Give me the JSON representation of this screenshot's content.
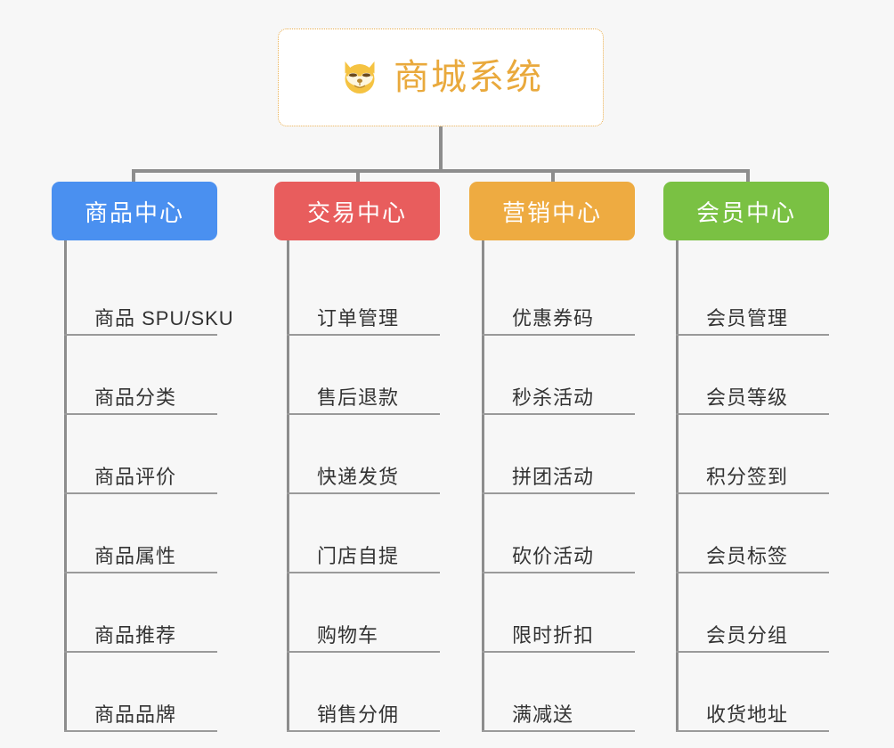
{
  "page": {
    "background_color": "#f7f7f7",
    "type": "mindmap"
  },
  "root": {
    "icon": "shiba-dog-face-emoji",
    "title": "商城系统",
    "title_color": "#e9a93c",
    "border_color": "#e9ae4e",
    "background_color": "#ffffff"
  },
  "connector_color": "#8d8d8d",
  "branches": [
    {
      "label": "商品中心",
      "color": "#4a90f0",
      "leaves": [
        "商品 SPU/SKU",
        "商品分类",
        "商品评价",
        "商品属性",
        "商品推荐",
        "商品品牌"
      ]
    },
    {
      "label": "交易中心",
      "color": "#e85d5d",
      "leaves": [
        "订单管理",
        "售后退款",
        "快递发货",
        "门店自提",
        "购物车",
        "销售分佣"
      ]
    },
    {
      "label": "营销中心",
      "color": "#eeab41",
      "leaves": [
        "优惠券码",
        "秒杀活动",
        "拼团活动",
        "砍价活动",
        "限时折扣",
        "满减送"
      ]
    },
    {
      "label": "会员中心",
      "color": "#7ac143",
      "leaves": [
        "会员管理",
        "会员等级",
        "积分签到",
        "会员标签",
        "会员分组",
        "收货地址"
      ]
    }
  ]
}
